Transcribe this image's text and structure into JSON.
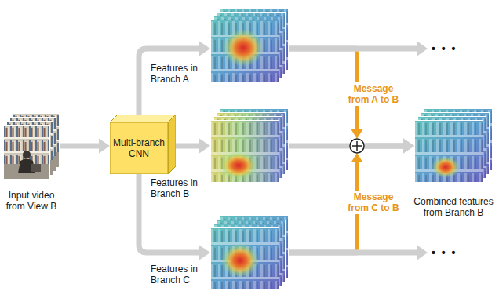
{
  "diagram": {
    "nodes": [
      {
        "text": [
          "Input video from View B"
        ]
      },
      {
        "text": [
          "Multi-branch CNN"
        ]
      },
      {
        "text": [
          "Features in Branch A"
        ]
      },
      {
        "text": [
          "Features in Branch B"
        ]
      },
      {
        "text": [
          "Features in Branch C"
        ]
      },
      {
        "text": [
          "Combined features from Branch B"
        ]
      }
    ],
    "edges": [
      {
        "from": 0,
        "to": 1,
        "arrow": "to"
      },
      {
        "from": 1,
        "to": 2,
        "arrow": "to"
      },
      {
        "from": 1,
        "to": 3,
        "arrow": "to"
      },
      {
        "from": 1,
        "to": 4,
        "arrow": "to"
      },
      {
        "from": 3,
        "to": 5,
        "arrow": "to"
      },
      {
        "from": 2,
        "to": 5,
        "label": "Message from A to B",
        "arrow": "to"
      },
      {
        "from": 4,
        "to": 5,
        "label": "Message from C to B",
        "arrow": "to"
      }
    ],
    "labels": [
      "• • •",
      "• • •"
    ]
  }
}
